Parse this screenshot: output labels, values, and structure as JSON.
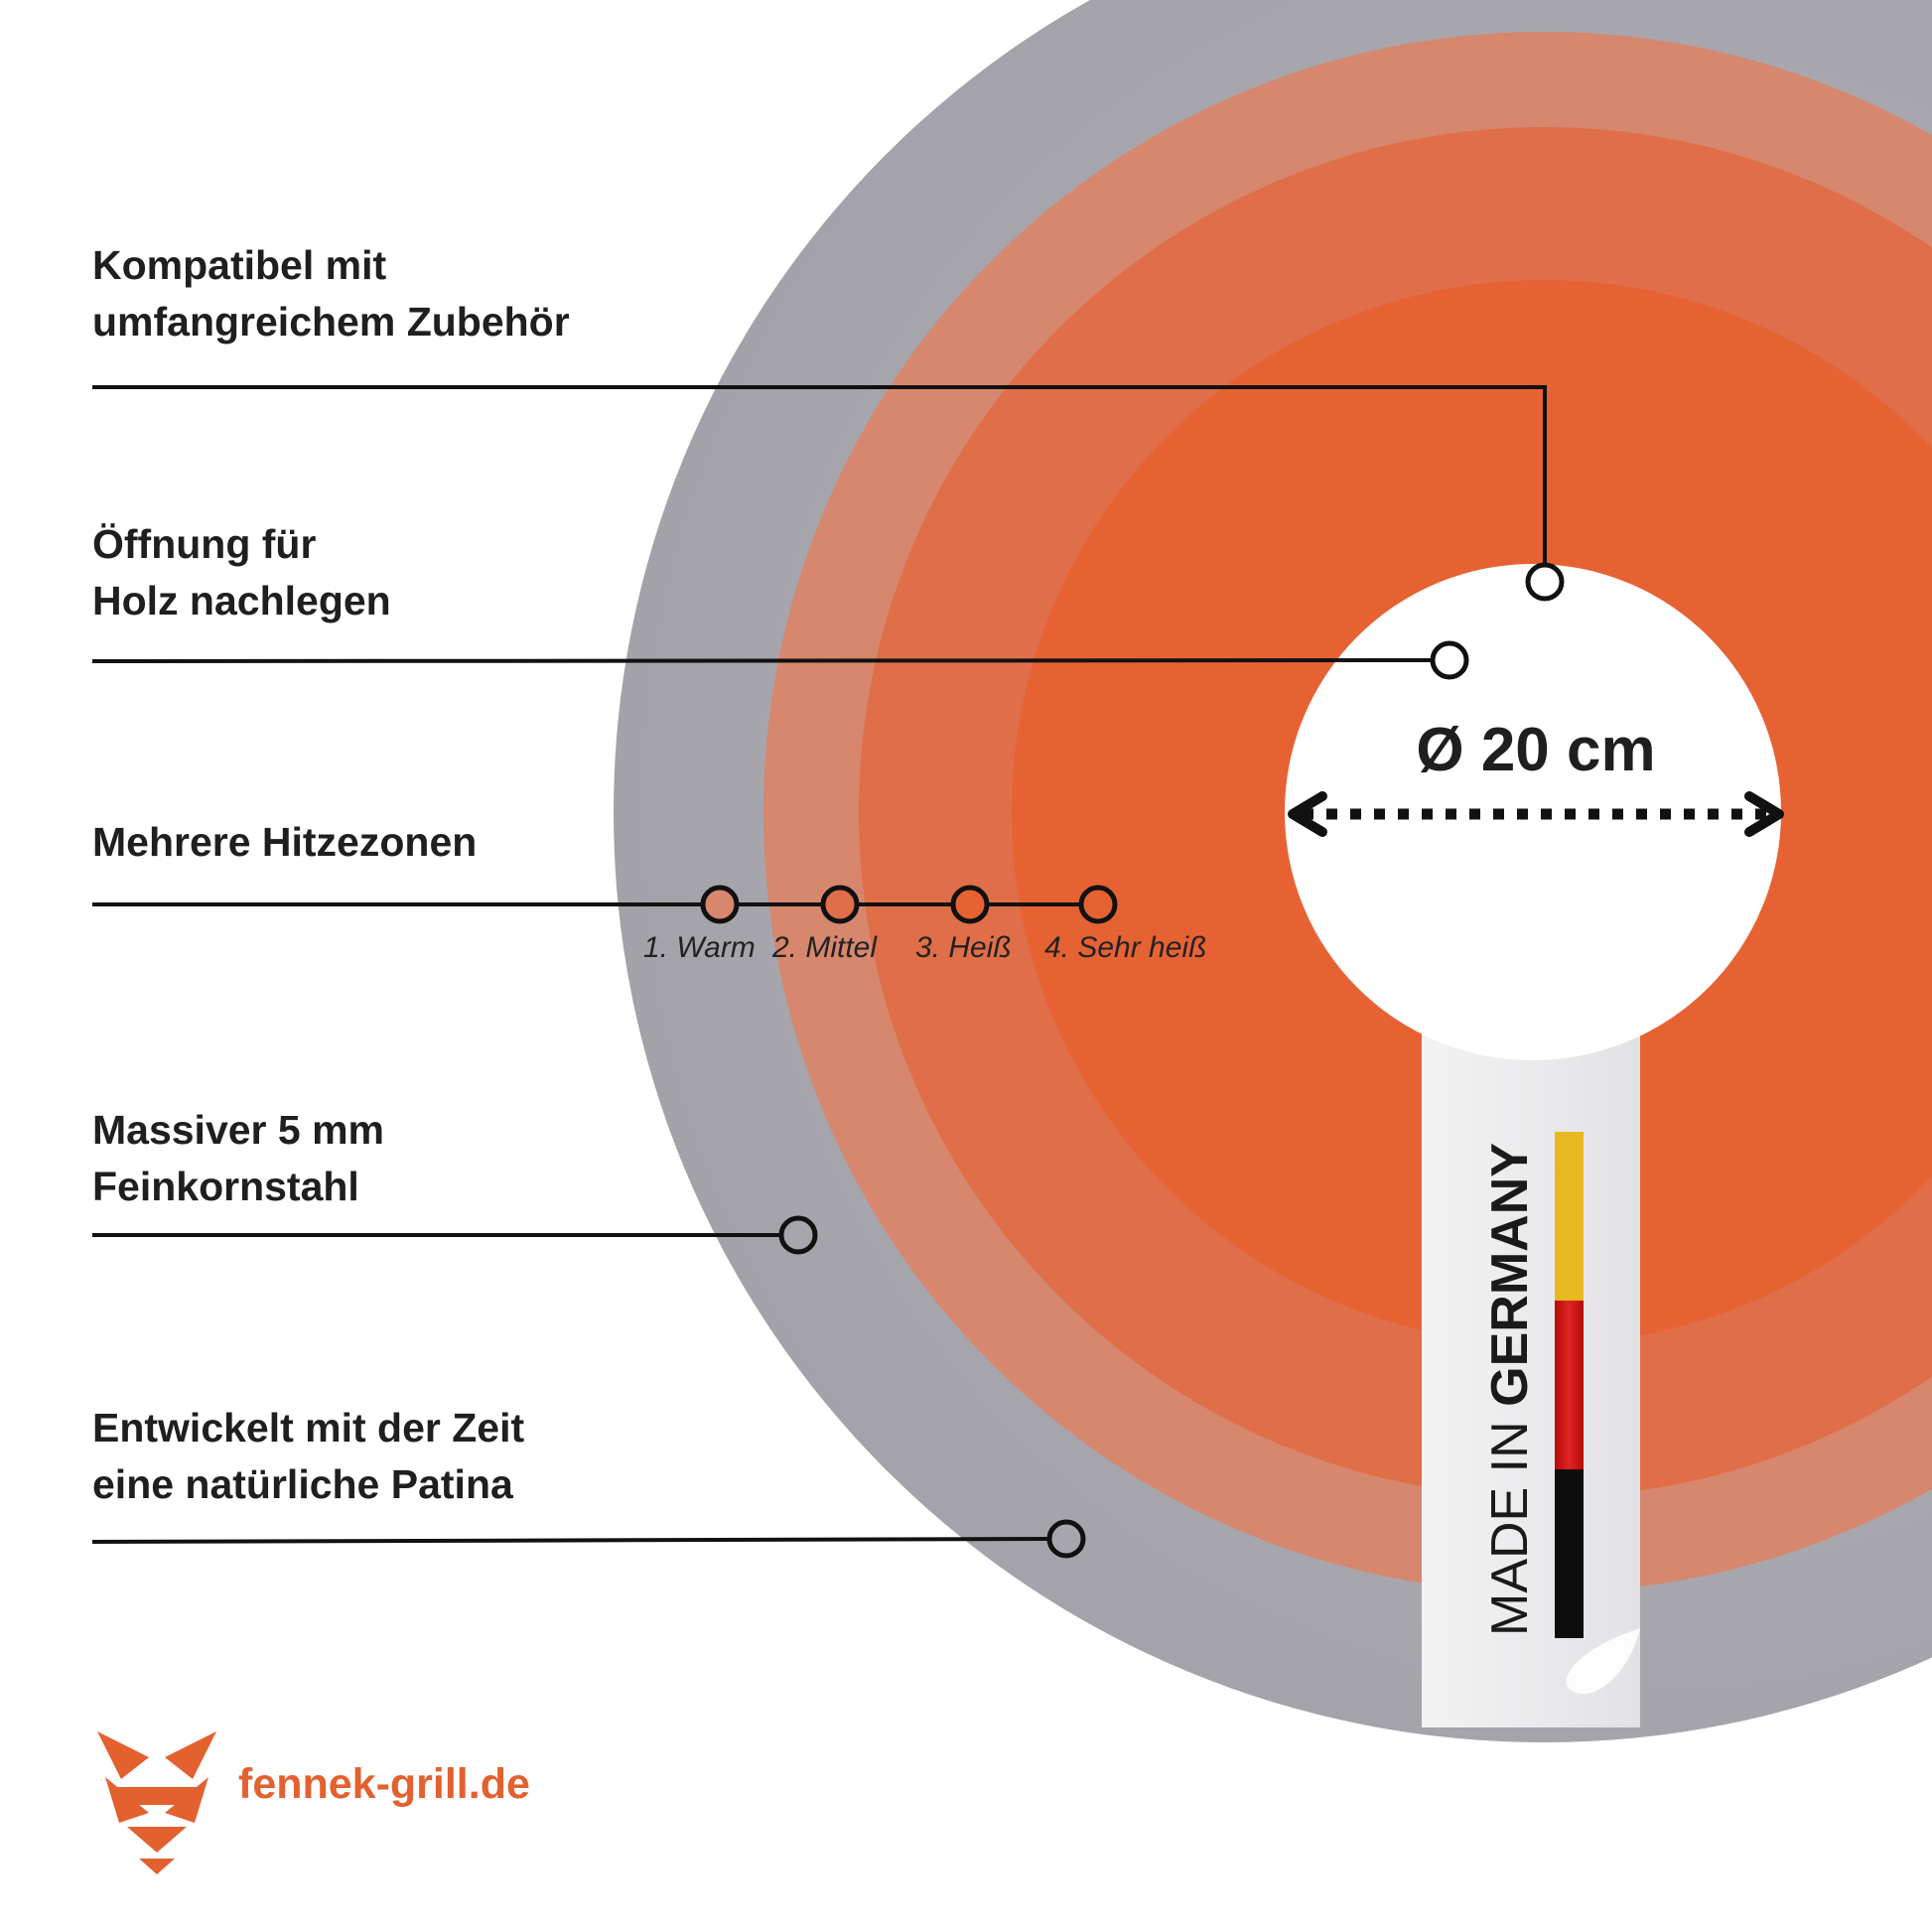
{
  "features": [
    {
      "lines": [
        "Kompatibel mit",
        "umfangreichem Zubehör"
      ]
    },
    {
      "lines": [
        "Öffnung für",
        "Holz nachlegen"
      ]
    },
    {
      "lines": [
        "Mehrere Hitzezonen"
      ]
    },
    {
      "lines": [
        "Massiver 5 mm",
        "Feinkornstahl"
      ]
    },
    {
      "lines": [
        "Entwickelt mit der Zeit",
        "eine natürliche Patina"
      ]
    }
  ],
  "zones": [
    "1. Warm",
    "2. Mittel",
    "3. Heiß",
    "4. Sehr heiß"
  ],
  "opening": {
    "diameter_label": "Ø 20 cm"
  },
  "badge": {
    "text_light": "MADE IN ",
    "text_bold": "GERMANY",
    "flag_colors": [
      "#e8b820",
      "#cc0c0c",
      "#0d0d0d"
    ]
  },
  "brand": {
    "text": "fennek-grill.de",
    "color": "#e2612f",
    "logo_icon": "fox-head-icon"
  },
  "colors": {
    "steel": "#a7a6ad",
    "zone_outer": "#d6876d",
    "zone_mid": "#e06e48",
    "zone_inner": "#e66233",
    "line": "#111111"
  }
}
